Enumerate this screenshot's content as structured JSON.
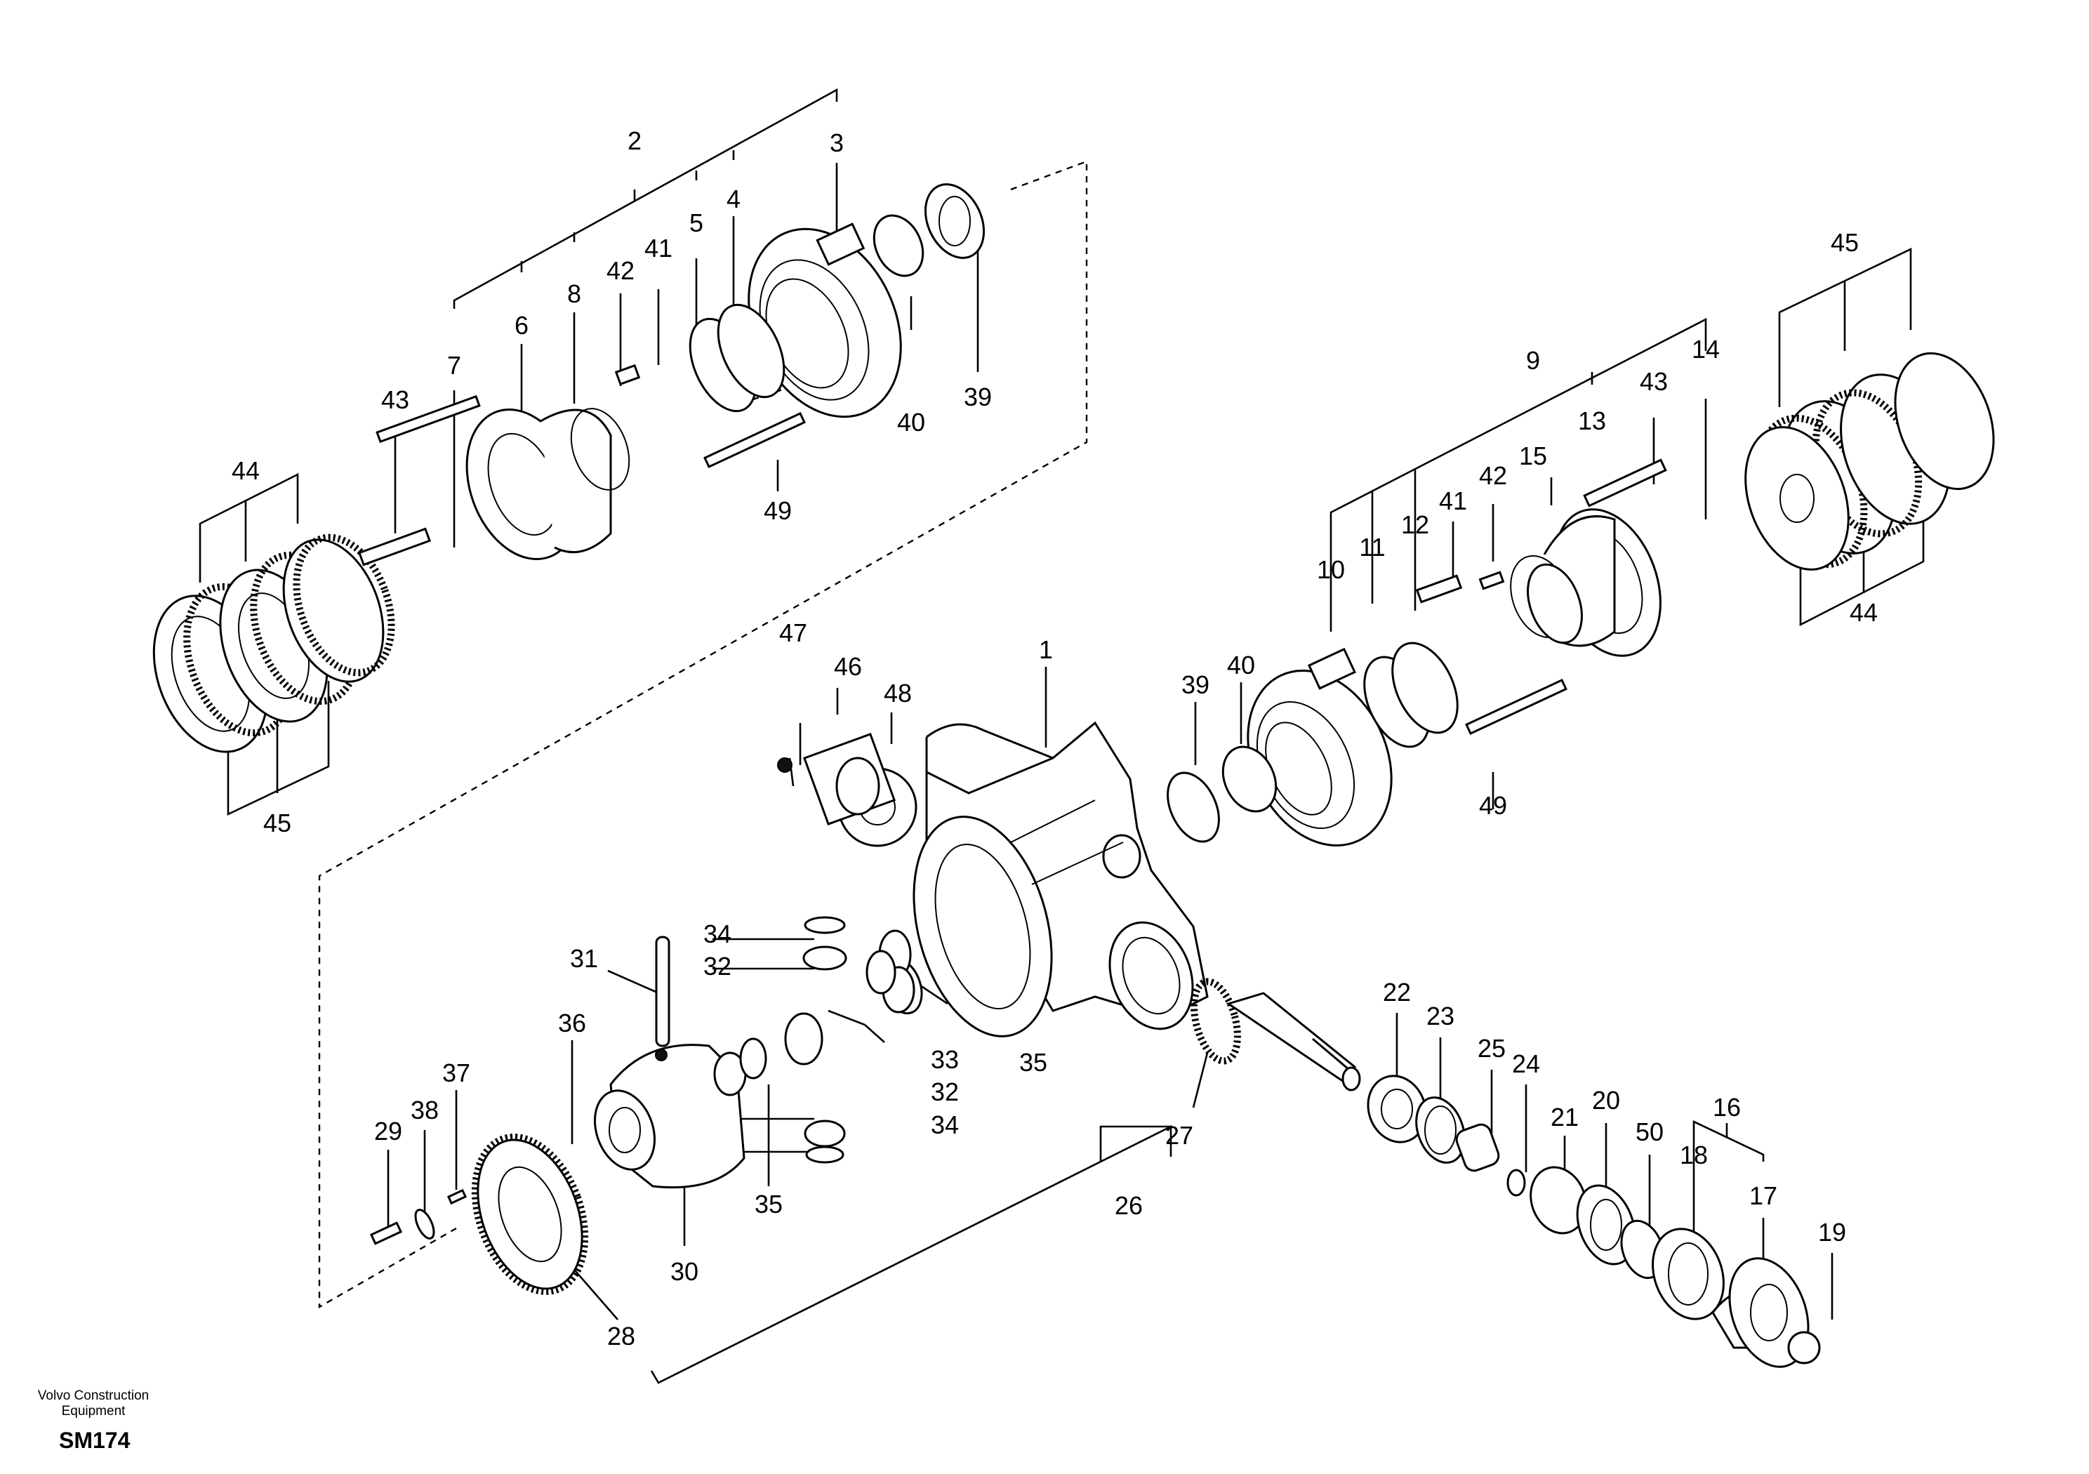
{
  "footer": {
    "brand_line1": "Volvo Construction",
    "brand_line2": "Equipment",
    "code": "SM174"
  },
  "callouts": {
    "c1": "1",
    "c2": "2",
    "c3": "3",
    "c4": "4",
    "c5": "5",
    "c6": "6",
    "c7": "7",
    "c8": "8",
    "c9": "9",
    "c10": "10",
    "c11": "11",
    "c12": "12",
    "c13": "13",
    "c14": "14",
    "c15": "15",
    "c16": "16",
    "c17": "17",
    "c18": "18",
    "c19": "19",
    "c20": "20",
    "c21": "21",
    "c22": "22",
    "c23": "23",
    "c24": "24",
    "c25": "25",
    "c26": "26",
    "c27": "27",
    "c28": "28",
    "c29": "29",
    "c30": "30",
    "c31": "31",
    "c32a": "32",
    "c32b": "32",
    "c33": "33",
    "c34a": "34",
    "c34b": "34",
    "c35a": "35",
    "c35b": "35",
    "c36": "36",
    "c37": "37",
    "c38": "38",
    "c39a": "39",
    "c39b": "39",
    "c40a": "40",
    "c40b": "40",
    "c41a": "41",
    "c41b": "41",
    "c42a": "42",
    "c42b": "42",
    "c43a": "43",
    "c43b": "43",
    "c44a": "44",
    "c44b": "44",
    "c45a": "45",
    "c45b": "45",
    "c46": "46",
    "c47": "47",
    "c48": "48",
    "c49a": "49",
    "c49b": "49",
    "c50": "50"
  }
}
